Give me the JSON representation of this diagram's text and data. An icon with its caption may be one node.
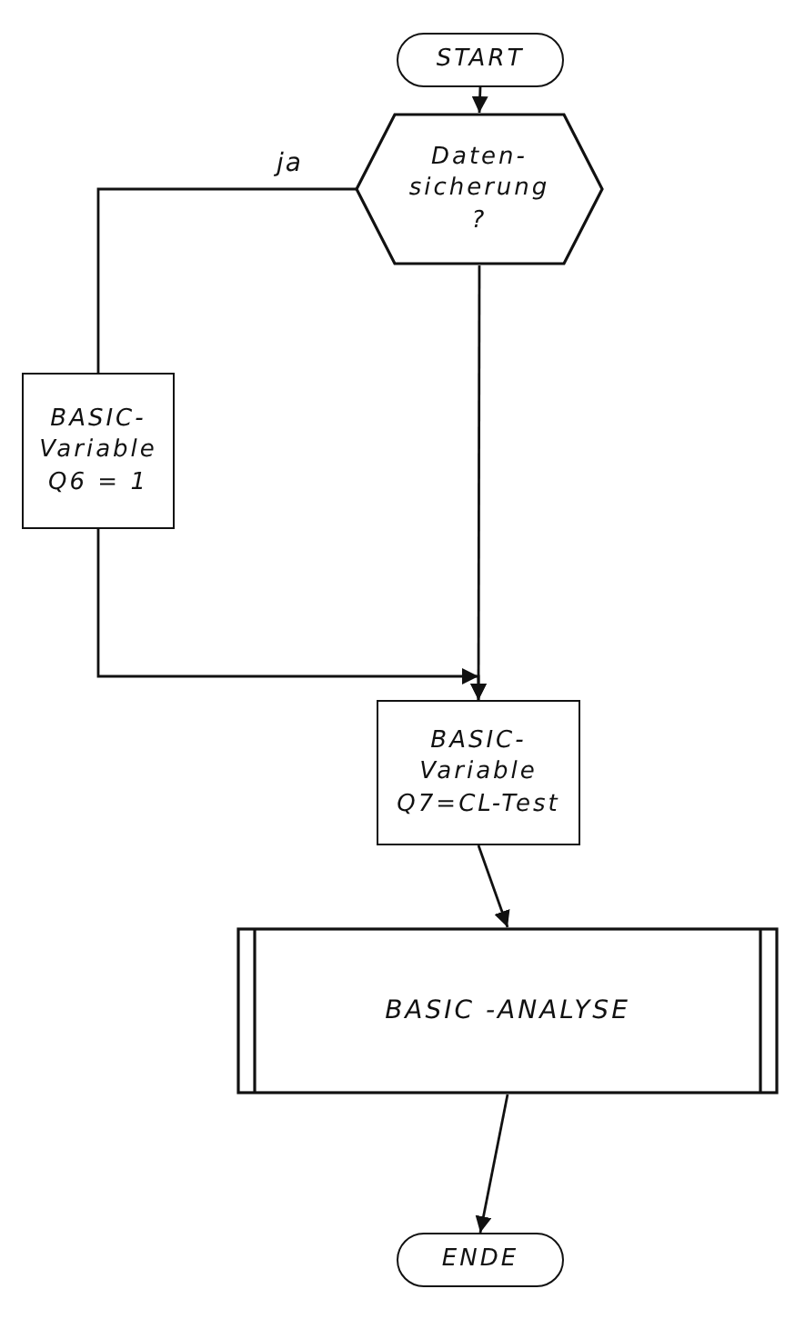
{
  "diagram": {
    "nodes": [
      {
        "text": [
          "START"
        ]
      },
      {
        "text": [
          "Daten- sicherung ?"
        ]
      },
      {
        "text": [
          "BASIC- Variable Q6 = 1"
        ]
      },
      {
        "text": [
          "BASIC- Variable Q7=CL-Test"
        ]
      },
      {
        "text": [
          "BASIC -ANALYSE"
        ]
      },
      {
        "text": [
          "ENDE"
        ]
      }
    ],
    "edges": [
      {
        "from": 0,
        "to": 1,
        "arrow": "to"
      },
      {
        "from": 1,
        "to": 2,
        "arrow": "none",
        "label": "ja"
      },
      {
        "from": 2,
        "to": 3,
        "arrow": "to"
      },
      {
        "from": 1,
        "to": 3,
        "arrow": "to"
      },
      {
        "from": 3,
        "to": 4,
        "arrow": "to"
      },
      {
        "from": 4,
        "to": 5,
        "arrow": "to"
      }
    ]
  }
}
